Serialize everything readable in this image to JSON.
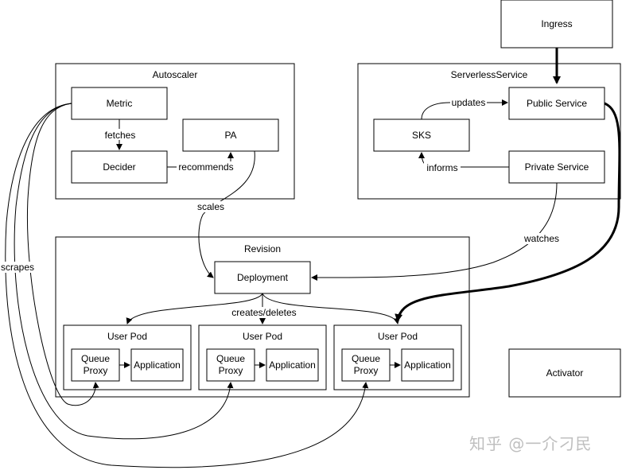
{
  "groups": {
    "autoscaler": "Autoscaler",
    "serverless": "ServerlessService",
    "revision": "Revision"
  },
  "nodes": {
    "ingress": "Ingress",
    "metric": "Metric",
    "pa": "PA",
    "decider": "Decider",
    "sks": "SKS",
    "public_service": "Public Service",
    "private_service": "Private Service",
    "deployment": "Deployment",
    "activator": "Activator",
    "pods": [
      {
        "title": "User Pod",
        "queue_line1": "Queue",
        "queue_line2": "Proxy",
        "app": "Application"
      },
      {
        "title": "User Pod",
        "queue_line1": "Queue",
        "queue_line2": "Proxy",
        "app": "Application"
      },
      {
        "title": "User Pod",
        "queue_line1": "Queue",
        "queue_line2": "Proxy",
        "app": "Application"
      }
    ]
  },
  "edges": {
    "fetches": "fetches",
    "recommends": "recommends",
    "scales": "scales",
    "updates": "updates",
    "informs": "informs",
    "watches": "watches",
    "creates_deletes": "creates/deletes",
    "scrapes": "scrapes"
  },
  "watermark": "知乎 @一介刁民"
}
